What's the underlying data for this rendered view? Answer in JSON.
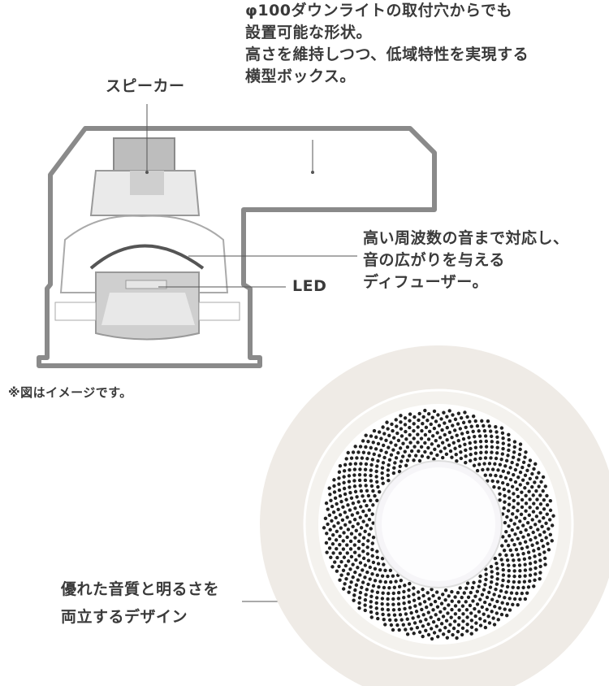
{
  "labels": {
    "box_line1": "φ100ダウンライトの取付穴からでも",
    "box_line2": "設置可能な形状。",
    "box_line3": "高さを維持しつつ、低域特性を実現する",
    "box_line4": "横型ボックス。",
    "speaker": "スピーカー",
    "diffuser_line1": "高い周波数の音まで対応し、",
    "diffuser_line2": "音の広がりを与える",
    "diffuser_line3": "ディフューザー。",
    "led": "LED",
    "note": "※図はイメージです。",
    "design_line1": "優れた音質と明るさを",
    "design_line2": "両立するデザイン"
  },
  "colors": {
    "outline": "#8a8a8a",
    "housing_fill": "#d8d8d8",
    "ring": "#eeebe6",
    "dots": "#222222"
  }
}
